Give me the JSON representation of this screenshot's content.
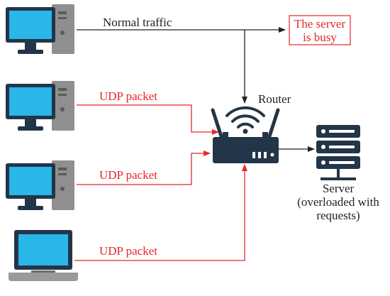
{
  "labels": {
    "normal_traffic": "Normal traffic",
    "udp_packet_1": "UDP packet",
    "udp_packet_2": "UDP packet",
    "udp_packet_3": "UDP packet",
    "router": "Router",
    "server_busy_line1": "The server",
    "server_busy_line2": "is busy",
    "server_line1": "Server",
    "server_line2": "(overloaded with",
    "server_line3": "requests)"
  },
  "colors": {
    "attack": "#e8262b",
    "normal": "#222222",
    "monitor_screen": "#29b6e8",
    "device_dark": "#233548",
    "tower": "#888888"
  },
  "icons": [
    "desktop-computer-icon",
    "laptop-icon",
    "wifi-router-icon",
    "server-rack-icon"
  ]
}
